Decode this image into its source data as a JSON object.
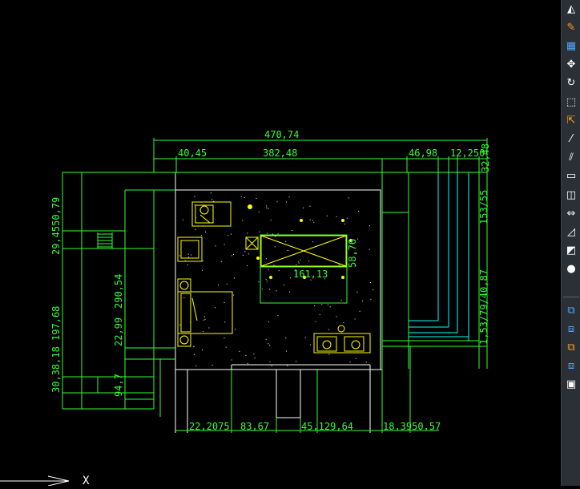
{
  "colors": {
    "background": "#000000",
    "dimension": "#33ff33",
    "walls": "#ffffff",
    "furniture": "#ffff00",
    "hidden": "#00ffff",
    "toolbar": "#2b2f36",
    "icon_blue": "#4aa8ff",
    "icon_orange": "#ff9e1f"
  },
  "dimensions": {
    "top_total": "470,74",
    "top_left": "40,45",
    "top_mid": "382,48",
    "top_r1": "46,98",
    "top_r2": "12,250",
    "top_r3": "32,48",
    "left_1": "29,4550,79",
    "left_2": "290,54",
    "left_3": "30,38,18 197,68",
    "left_4": "22,99",
    "left_5": "94,7",
    "right_1": "153/55",
    "right_2": "1,53/79/40,87",
    "inner_w": "161,13",
    "inner_h": "58,76",
    "bot_1": "22,2075",
    "bot_2": "83,67",
    "bot_3": "45,129,64",
    "bot_4": "18,3950,57"
  },
  "toolbar": {
    "tools": [
      {
        "icon": "mirror-icon"
      },
      {
        "icon": "erase-icon"
      },
      {
        "icon": "array-icon"
      },
      {
        "icon": "move-icon"
      },
      {
        "icon": "rotate-icon"
      },
      {
        "icon": "scale-icon"
      },
      {
        "icon": "stretch-icon"
      },
      {
        "icon": "trim-icon"
      },
      {
        "icon": "extend-icon"
      },
      {
        "icon": "break-icon"
      },
      {
        "icon": "join-icon"
      },
      {
        "icon": "chamfer-icon"
      },
      {
        "icon": "fillet-icon"
      },
      {
        "icon": "explode-icon"
      },
      {
        "icon": "offset-icon"
      },
      {
        "icon": "copy-icon"
      },
      {
        "icon": "paste-icon"
      },
      {
        "icon": "layer-icon"
      },
      {
        "icon": "match-icon"
      },
      {
        "icon": "block-icon"
      }
    ]
  },
  "ucs": {
    "x_label": "X"
  }
}
